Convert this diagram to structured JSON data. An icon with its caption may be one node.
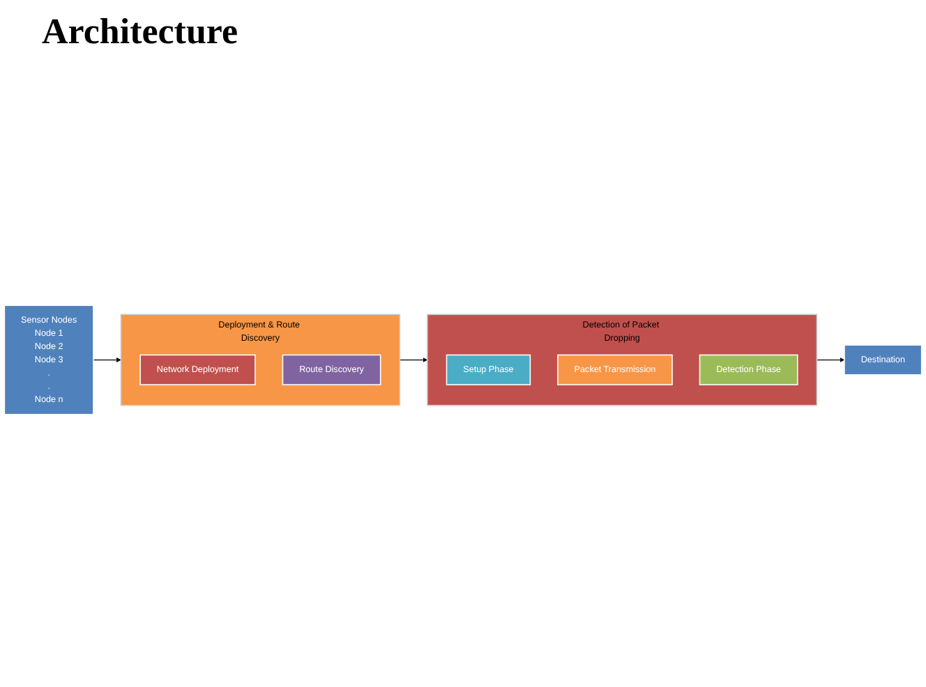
{
  "diagram": {
    "title": "Architecture",
    "nodes": [
      {
        "text": [
          "Sensor Nodes",
          "Node 1",
          "Node 2",
          "Node 3",
          ".",
          ".",
          "Node n"
        ]
      },
      {
        "text": [
          "Deployment & Route Discovery"
        ]
      },
      {
        "text": [
          "Network Deployment"
        ],
        "in": 1
      },
      {
        "text": [
          "Route Discovery"
        ],
        "in": 1
      },
      {
        "text": [
          "Detection of Packet Dropping"
        ]
      },
      {
        "text": [
          "Setup Phase"
        ],
        "in": 4
      },
      {
        "text": [
          "Packet Transmission"
        ],
        "in": 4
      },
      {
        "text": [
          "Detection Phase"
        ],
        "in": 4
      },
      {
        "text": [
          "Destination"
        ]
      }
    ],
    "edges": [
      {
        "from": 0,
        "to": 1,
        "arrow": "to"
      },
      {
        "from": 1,
        "to": 4,
        "arrow": "to"
      },
      {
        "from": 4,
        "to": 8,
        "arrow": "to"
      }
    ]
  }
}
